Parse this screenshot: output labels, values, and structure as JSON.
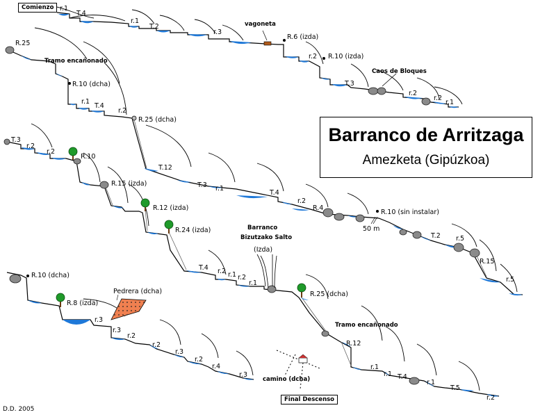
{
  "title": "Barranco de Arritzaga",
  "subtitle": "Amezketa (Gipúzkoa)",
  "start_label": "Comienzo",
  "end_label": "Final Descenso",
  "author": "D.D. 2005",
  "labels": {
    "r1a": "r.1",
    "t4a": "T.4",
    "r1b": "r.1",
    "t2a": "T.2",
    "r3a": "r.3",
    "vagoneta": "vagoneta",
    "r6": "R.6 (izda)",
    "r2a": "r.2",
    "r10izda": "R.10 (izda)",
    "caos": "Caos de Bloques",
    "t3a": "T.3",
    "r2b": "r.2",
    "r2c": "r.2",
    "r1c": "r.1",
    "r25a": "R.25",
    "tramo1": "Tramo encañonado",
    "r10dcha": "R.10 (dcha)",
    "r1d": "r.1",
    "t4b": "T.4",
    "r2d": "r.2",
    "r25dcha": "R.25 (dcha)",
    "t3b": "T.3",
    "r2e": "r.2",
    "r2f": "r.2",
    "r10": "R.10",
    "t12": "T.12",
    "r15izda": "R.15 (izda)",
    "r12izda": "R.12 (izda)",
    "t3c": "T.3",
    "r1e": "r.1",
    "t4c": "T.4",
    "r2g": "r.2",
    "r4": "R.4",
    "r10sin": "R.10 (sin instalar)",
    "m50": "50 m",
    "r24izda": "R.24 (izda)",
    "barranco1": "Barranco",
    "barranco2": "Bizutzako Salto",
    "barranco3": "(Izda)",
    "t2b": "T.2",
    "r5a": "r.5",
    "r15": "R.15",
    "r5b": "r.5",
    "t4d": "T.4",
    "r2h": "r.2",
    "r1f": "r.1",
    "r2i": "r.2",
    "r1g": "r.1",
    "r10dcha2": "R.10 (dcha)",
    "r8izda": "R.8 (izda)",
    "pedrera": "Pedrera (dcha)",
    "r3b": "r.3",
    "r3c": "r.3",
    "r25dcha2": "R.25 (dcha)",
    "tramo2": "Tramo encañonado",
    "r2j": "r.2",
    "r2k": "r.2",
    "r12": "R.12",
    "r3d": "r.3",
    "r2l": "r.2",
    "r4b": "r.4",
    "r3e": "r.3",
    "camino": "camino (dcha)",
    "r1h": "r.1",
    "r1i": "r.1",
    "t4e": "T.4",
    "r1j": "r.1",
    "t5": "T.5",
    "r2m": "r.2"
  },
  "colors": {
    "water": "#1e78d8",
    "rock": "#8a8a8a",
    "tree": "#1f9a2a",
    "pedrera_fill": "#f08050",
    "vagoneta": "#b05a1a"
  }
}
